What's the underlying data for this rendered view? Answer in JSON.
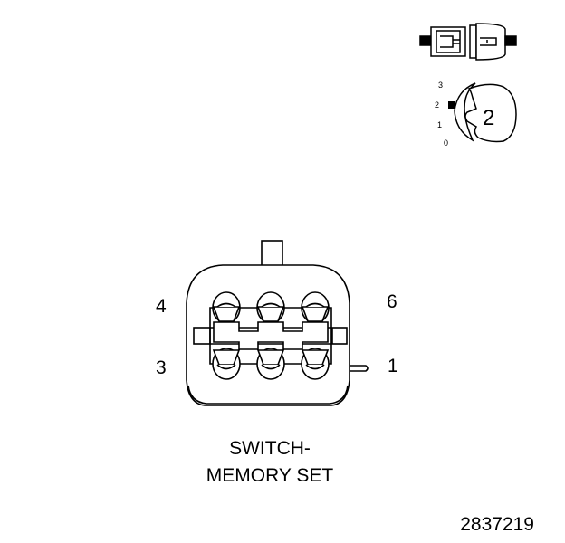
{
  "connector": {
    "pin_labels": {
      "top_left": "4",
      "bottom_left": "3",
      "top_right": "6",
      "bottom_right": "1"
    },
    "caption_line1": "SWITCH-",
    "caption_line2": "MEMORY SET"
  },
  "key_indicator": {
    "positions": [
      "3",
      "2",
      "1",
      "0"
    ],
    "key_number": "2"
  },
  "figure_number": "2837219"
}
